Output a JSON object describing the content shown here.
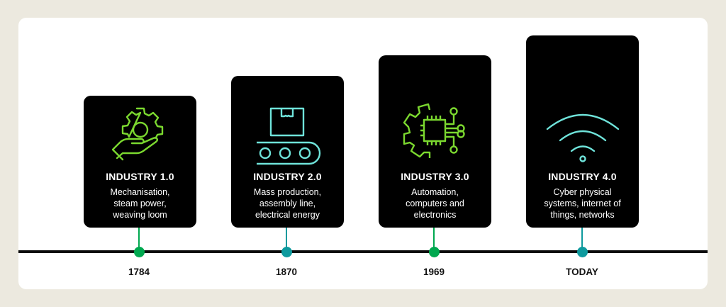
{
  "colors": {
    "background": "#ece9df",
    "panel": "#ffffff",
    "card": "#000000",
    "green": "#00a84f",
    "teal": "#0e9a9e",
    "icon_green": "#7bd82f",
    "icon_teal": "#6fe3da",
    "line": "#0a0a0a"
  },
  "stages": [
    {
      "title": "INDUSTRY 1.0",
      "description_lines": [
        "Mechanisation,",
        "steam power,",
        "weaving loom"
      ],
      "year": "1784",
      "icon": "gear-hand-icon",
      "accent": "green"
    },
    {
      "title": "INDUSTRY 2.0",
      "description_lines": [
        "Mass production,",
        "assembly line,",
        "electrical energy"
      ],
      "year": "1870",
      "icon": "conveyor-belt-icon",
      "accent": "teal"
    },
    {
      "title": "INDUSTRY 3.0",
      "description_lines": [
        "Automation,",
        "computers and",
        "electronics"
      ],
      "year": "1969",
      "icon": "chip-gear-icon",
      "accent": "green"
    },
    {
      "title": "INDUSTRY 4.0",
      "description_lines": [
        "Cyber physical",
        "systems, internet of",
        "things, networks"
      ],
      "year": "TODAY",
      "icon": "wifi-icon",
      "accent": "teal"
    }
  ]
}
